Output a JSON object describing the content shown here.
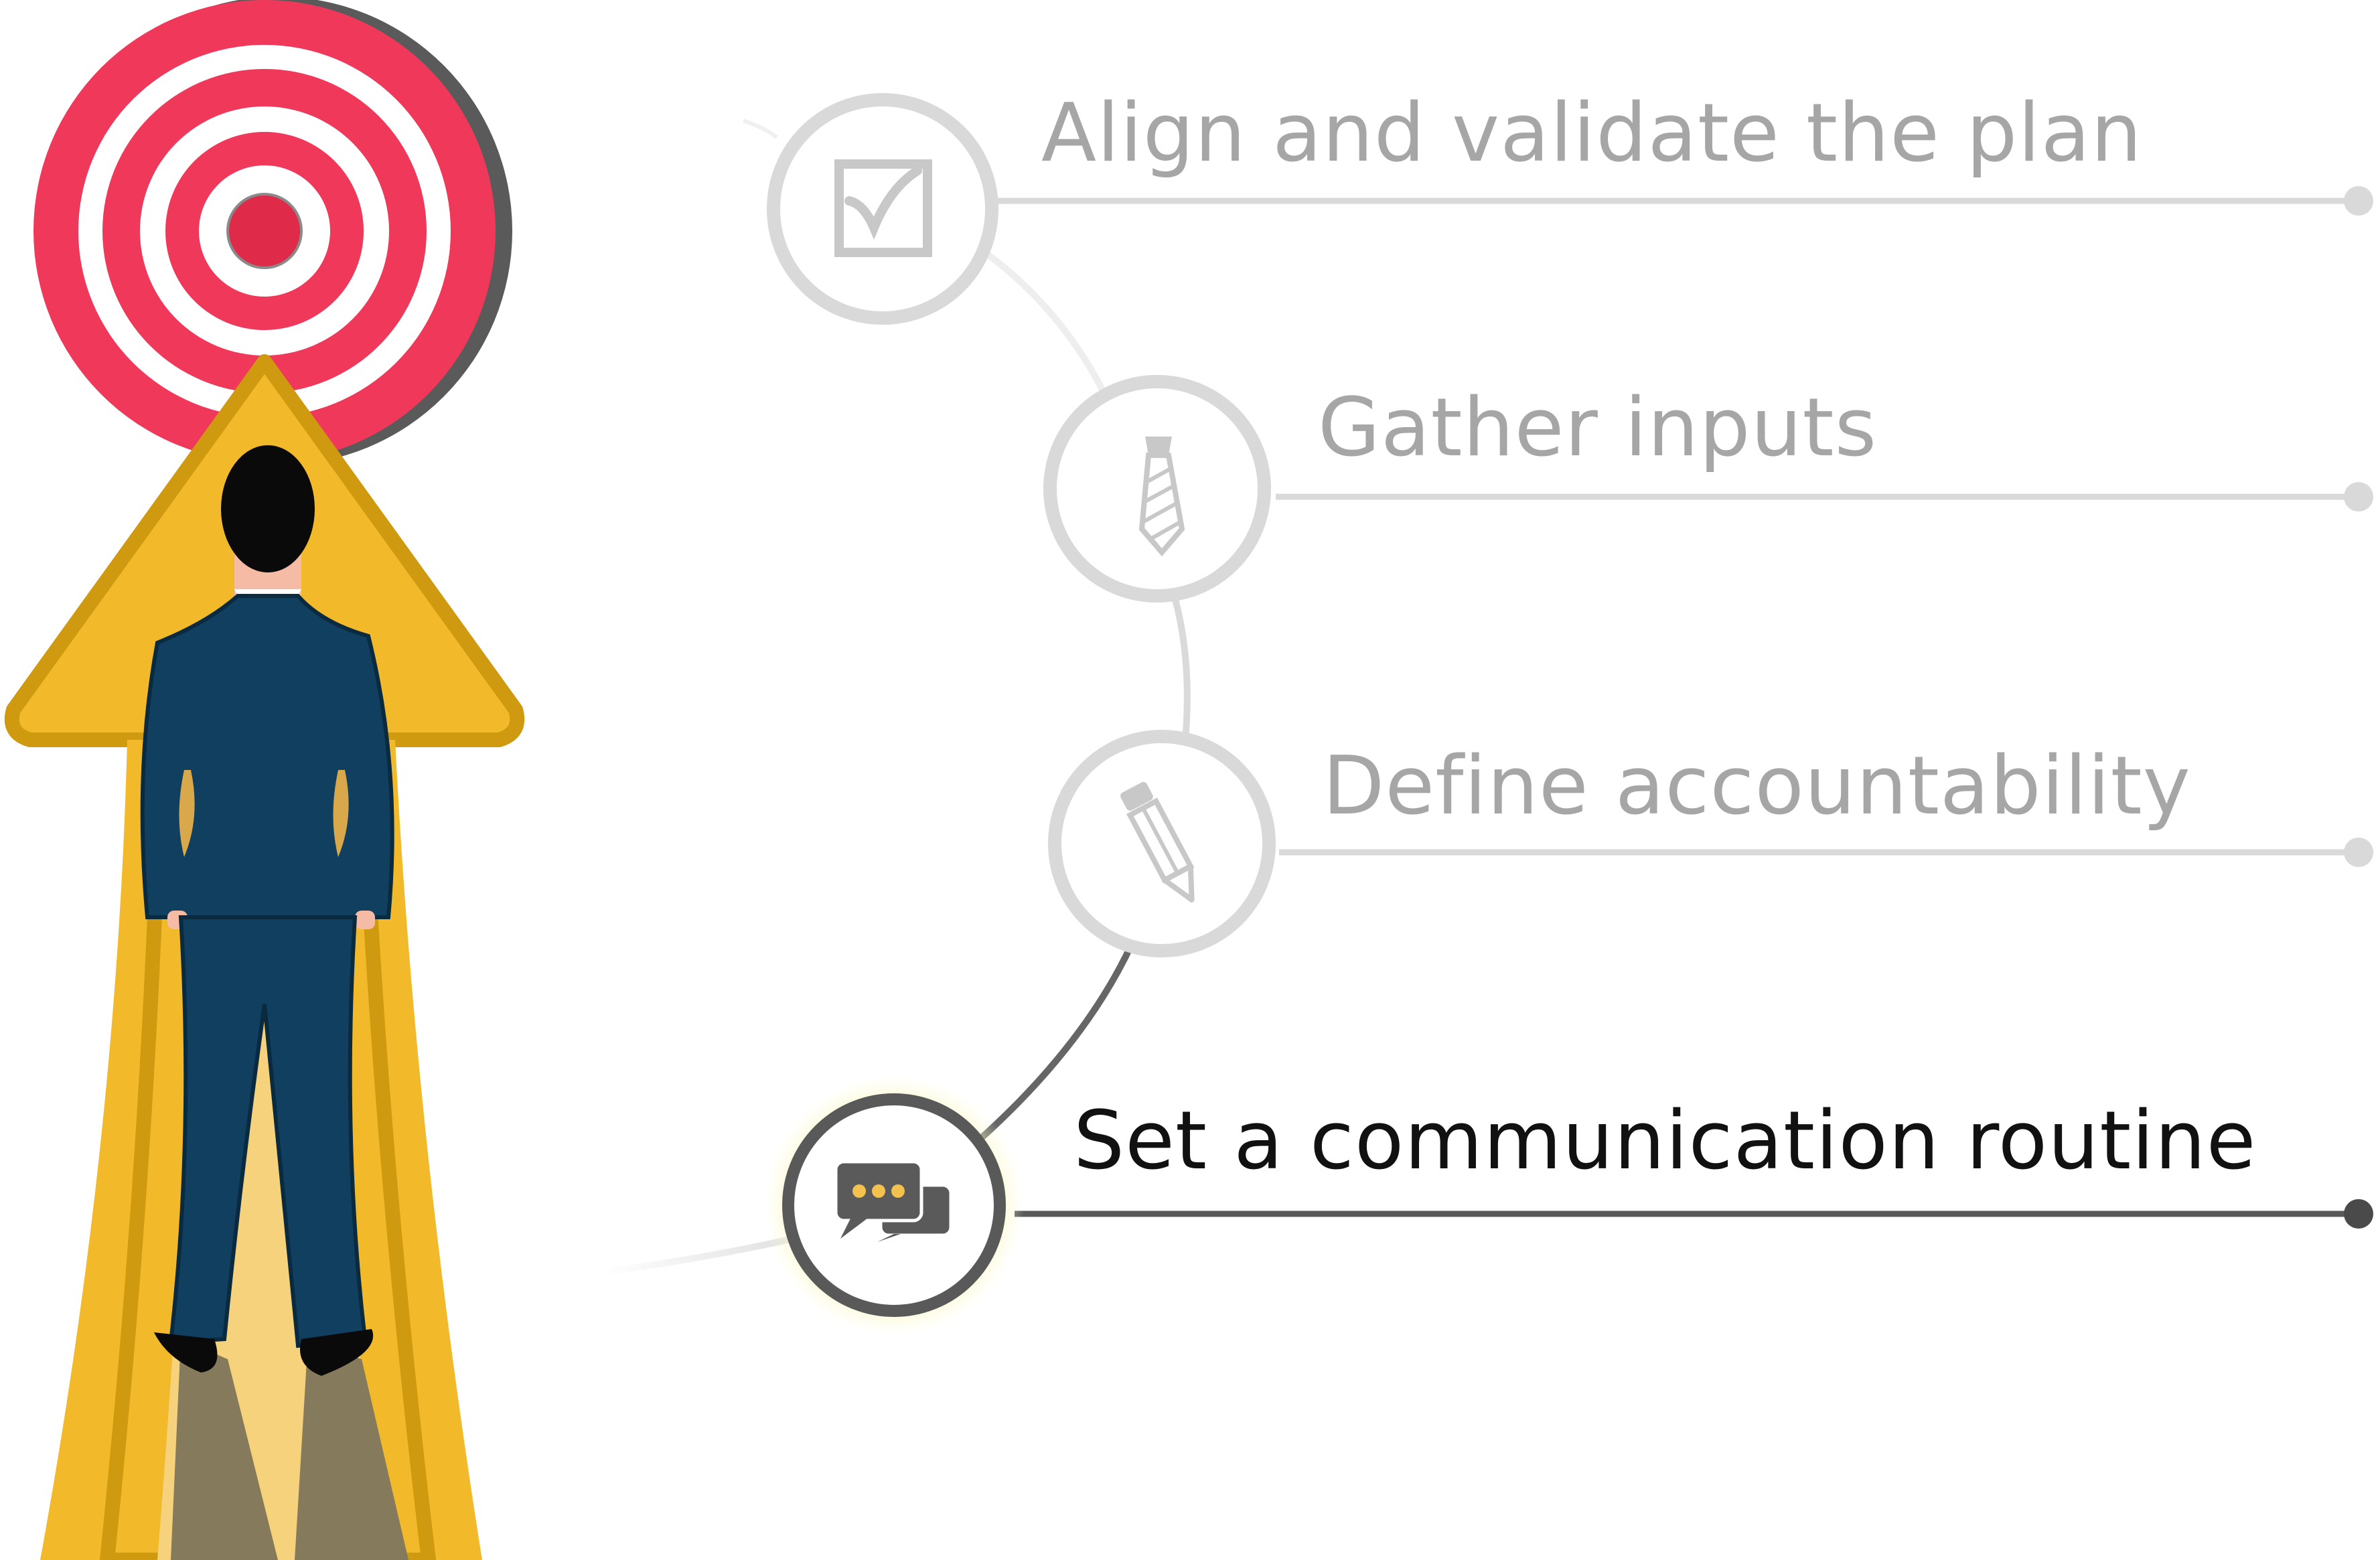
{
  "steps": [
    {
      "label": "Align and validate the plan",
      "icon": "checkbox-icon",
      "state": "inactive"
    },
    {
      "label": "Gather inputs",
      "icon": "necktie-icon",
      "state": "inactive"
    },
    {
      "label": "Define accountability",
      "icon": "pencil-icon",
      "state": "inactive"
    },
    {
      "label": "Set a communication routine",
      "icon": "chat-bubbles-icon",
      "state": "active"
    }
  ],
  "colors": {
    "inactive_ring": "#d9d9d9",
    "inactive_icon": "#c8c8c8",
    "inactive_text": "#a6a6a6",
    "active_ring": "#595959",
    "active_text": "#111111",
    "active_glow": "#f5ef9a",
    "active_icon_bg": "#5a5a5a",
    "active_icon_dots": "#f2c14e",
    "target_red": "#f0395a",
    "arrow_yellow": "#f2b92b",
    "arrow_outline": "#cf9a0f",
    "suit_navy": "#103f60"
  }
}
